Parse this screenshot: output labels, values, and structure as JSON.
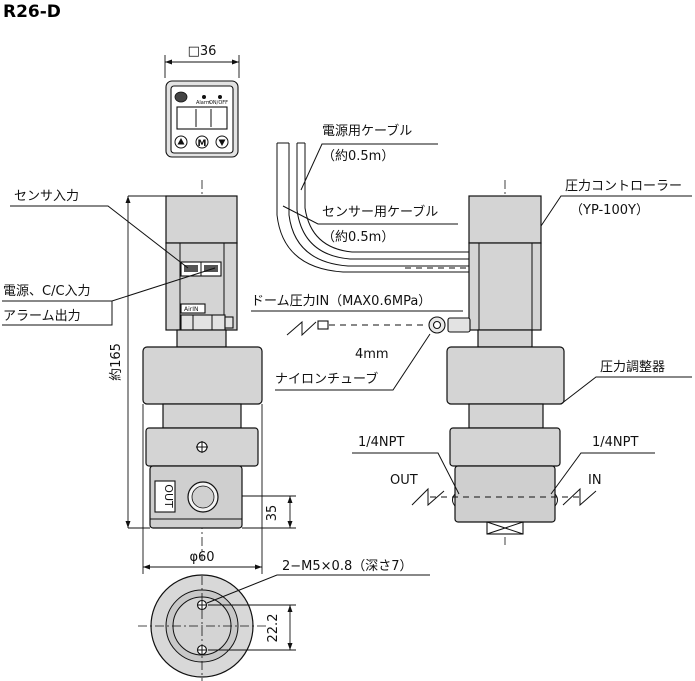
{
  "title": "R26-D",
  "dimensions": {
    "square": "□36",
    "height": "約165",
    "bottom_height": "35",
    "diameter": "φ60",
    "hole_spacing": "22.2",
    "tap_holes": "2−M5×0.8（深さ7）"
  },
  "labels": {
    "sensor_input": "センサ入力",
    "power_cc_input": "電源、C/C入力",
    "alarm_output": "アラーム出力",
    "power_cable": "電源用ケーブル",
    "power_cable_len": "（約0.5m）",
    "sensor_cable": "センサー用ケーブル",
    "sensor_cable_len": "（約0.5m）",
    "pressure_controller": "圧力コントローラー",
    "controller_model": "（YP-100Y）",
    "dome_in": "ドーム圧力IN（MAX0.6MPa）",
    "tube_size": "4mm",
    "nylon_tube": "ナイロンチューブ",
    "regulator": "圧力調整器",
    "npt_left": "1/4NPT",
    "npt_right": "1/4NPT",
    "out": "OUT",
    "in": "IN"
  },
  "markings": {
    "panel_alarm": "Alarm",
    "panel_onoff": "ON/OFF",
    "panel_m": "M",
    "air_in": "AirIN",
    "out_stamp": "OUT"
  },
  "icons": {
    "up": "up-triangle-button-icon",
    "mode": "m-button-icon",
    "down": "down-triangle-button-icon"
  }
}
